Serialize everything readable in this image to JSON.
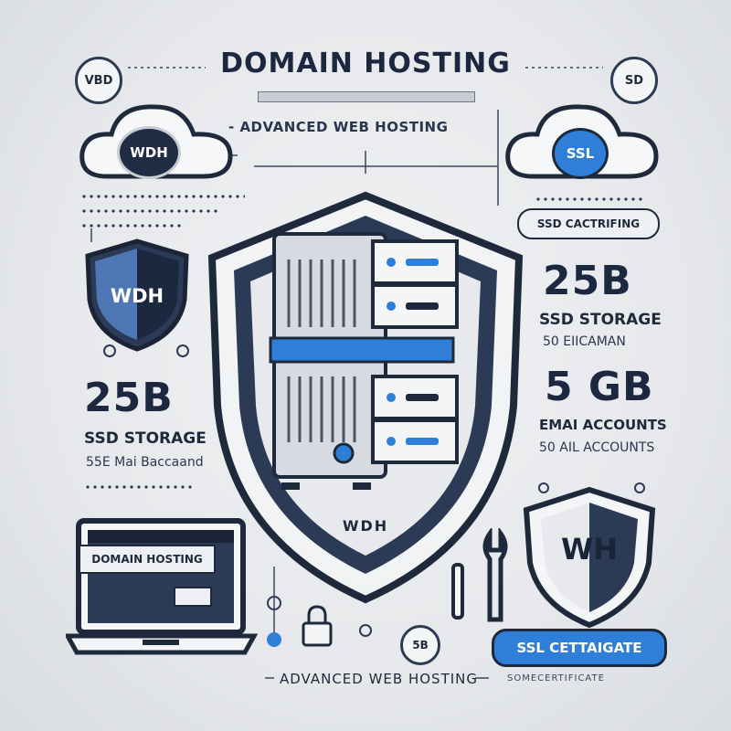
{
  "header": {
    "title": "DOMAIN HOSTING",
    "subtitle": "- ADVANCED WEB HOSTING"
  },
  "top_left_badge": "VBD",
  "top_right_badge": "SD",
  "left_cloud_label": "WDH",
  "right_cloud_label": "SSL",
  "right_panel": {
    "pill_label": "SSD CACTRIFING",
    "storage_value": "25B",
    "storage_label": "SSD STORAGE",
    "storage_sub": "50 EIICAMAN",
    "email_value": "5 GB",
    "email_label": "EMAI ACCOUNTS",
    "email_sub": "50 AIL ACCOUNTS"
  },
  "left_panel": {
    "shield_label": "WDH",
    "storage_value": "25B",
    "storage_label": "SSD STORAGE",
    "storage_sub": "55E Mai Baccaand"
  },
  "center": {
    "server_label": "WDH"
  },
  "laptop": {
    "screen_title": "DOMAIN HOSTING"
  },
  "bottom_right_shield_label": "WH",
  "ssl_button": "SSL CETTAIGATE",
  "small_badge": "5B",
  "footer": {
    "tagline": "ADVANCED WEB HOSTING",
    "right_text": "SOMECERTIFICATE"
  },
  "colors": {
    "navy": "#1e2a3c",
    "accent_blue": "#2f7fd8",
    "background": "#e4e6e9"
  }
}
